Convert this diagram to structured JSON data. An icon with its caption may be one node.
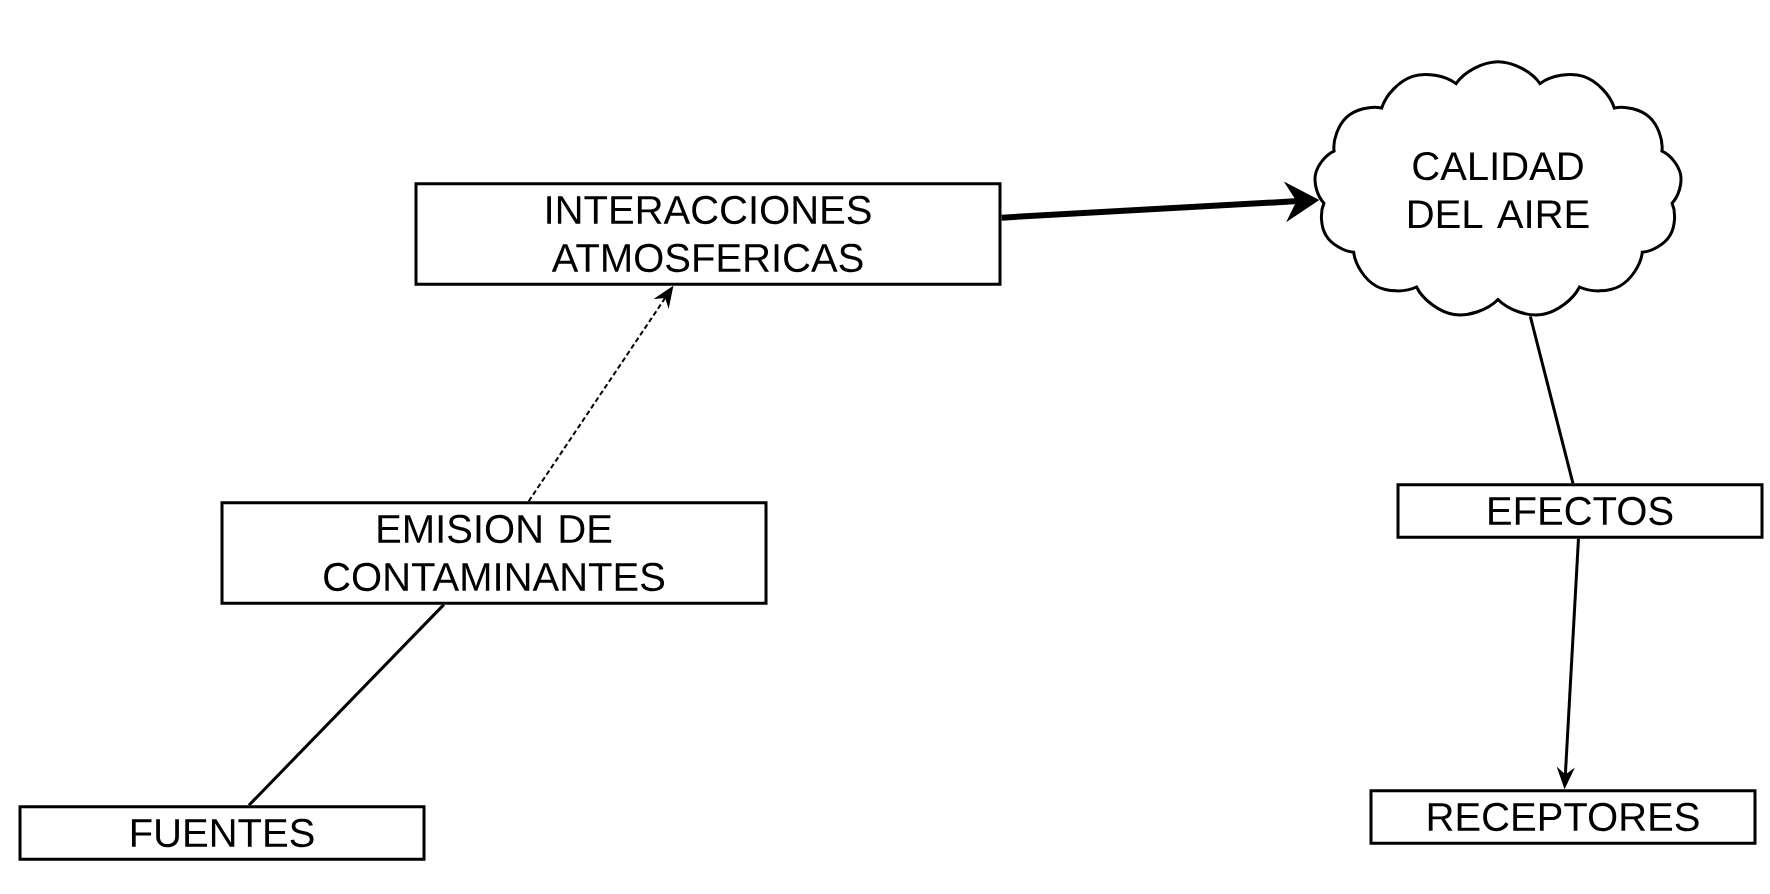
{
  "diagram": {
    "nodes": [
      {
        "text": [
          "FUENTES"
        ]
      },
      {
        "text": [
          "EMISION DE CONTAMINANTES"
        ]
      },
      {
        "text": [
          "INTERACCIONES ATMOSFERICAS"
        ]
      },
      {
        "text": [
          "CALIDAD DEL AIRE"
        ]
      },
      {
        "text": [
          "EFECTOS"
        ]
      },
      {
        "text": [
          "RECEPTORES"
        ]
      }
    ],
    "edges": [
      {
        "from": 0,
        "to": 1,
        "arrow": "none"
      },
      {
        "from": 1,
        "to": 2,
        "arrow": "to",
        "style": "dashed"
      },
      {
        "from": 2,
        "to": 3,
        "arrow": "to",
        "style": "thick"
      },
      {
        "from": 3,
        "to": 4,
        "arrow": "none"
      },
      {
        "from": 4,
        "to": 5,
        "arrow": "to"
      }
    ]
  }
}
